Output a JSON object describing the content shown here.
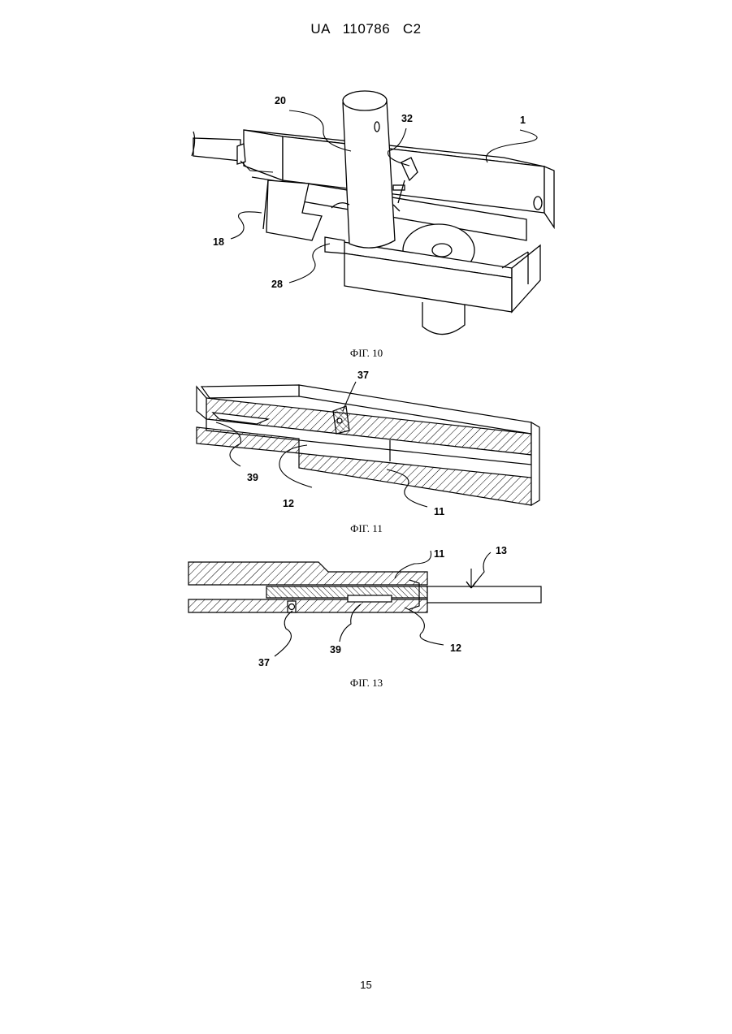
{
  "header": {
    "patent_number": "UA   110786   C2"
  },
  "figures": [
    {
      "caption": "ФІГ. 10",
      "refs": {
        "r1": "1",
        "r18": "18",
        "r20": "20",
        "r28": "28",
        "r32": "32"
      }
    },
    {
      "caption": "ФІГ. 11",
      "refs": {
        "r11": "11",
        "r12": "12",
        "r37": "37",
        "r39": "39"
      }
    },
    {
      "caption": "ФІГ. 13",
      "refs": {
        "r11": "11",
        "r12": "12",
        "r13": "13",
        "r37": "37",
        "r39": "39"
      }
    }
  ],
  "footer": {
    "page_number": "15"
  }
}
